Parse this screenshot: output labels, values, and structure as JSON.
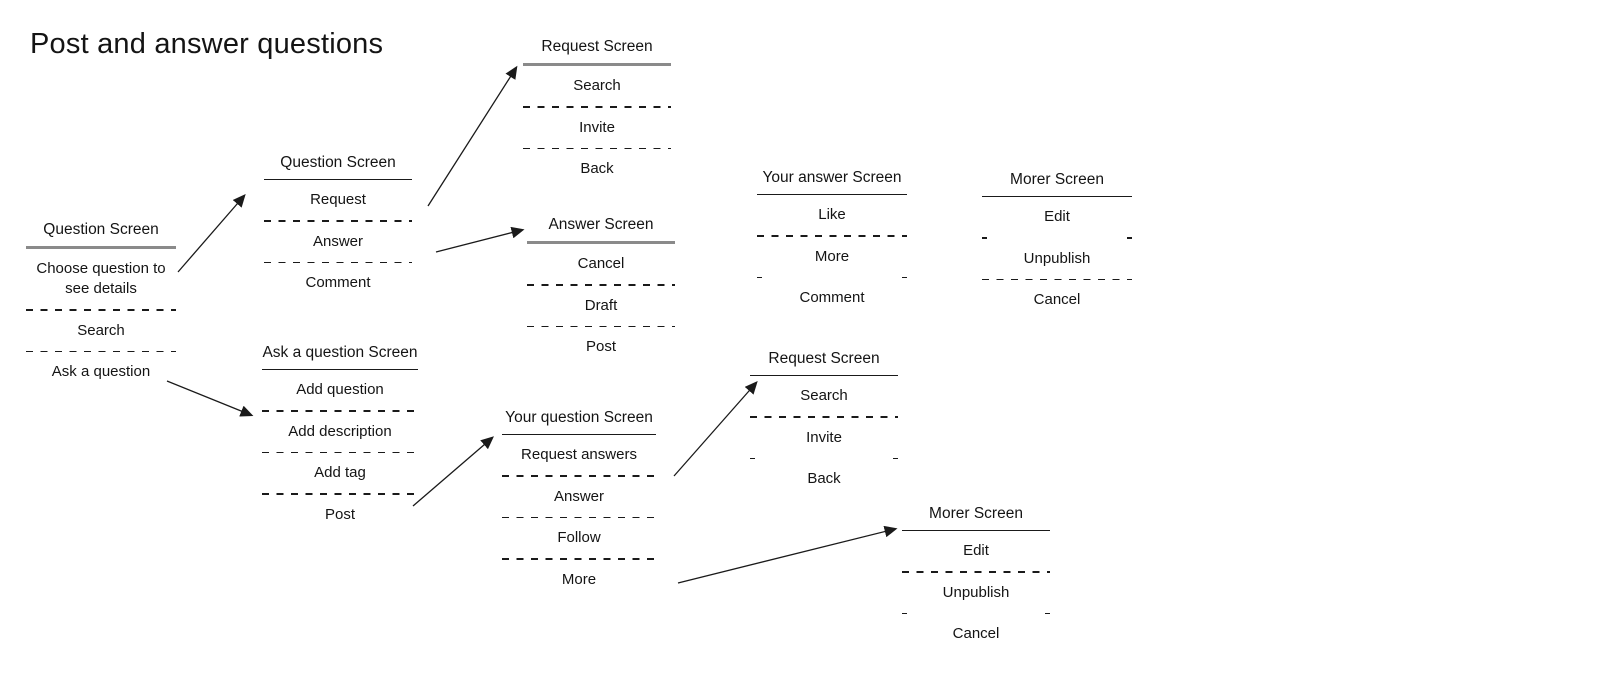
{
  "page_title": "Post and answer questions",
  "colors": {
    "text": "#141414",
    "underline_gray": "#8a8a8a",
    "underline_dark": "#1a1a1a",
    "arrow": "#1a1a1a",
    "background": "#ffffff"
  },
  "screens": [
    {
      "id": "question-screen-left",
      "title": "Question Screen",
      "items": [
        "Choose question to see details",
        "Search",
        "Ask a question"
      ]
    },
    {
      "id": "question-screen-detail",
      "title": "Question Screen",
      "items": [
        "Request",
        "Answer",
        "Comment"
      ]
    },
    {
      "id": "request-screen-top",
      "title": "Request Screen",
      "items": [
        "Search",
        "Invite",
        "Back"
      ]
    },
    {
      "id": "answer-screen",
      "title": "Answer Screen",
      "items": [
        "Cancel",
        "Draft",
        "Post"
      ]
    },
    {
      "id": "ask-a-question-screen",
      "title": "Ask a question Screen",
      "items": [
        "Add question",
        "Add description",
        "Add tag",
        "Post"
      ]
    },
    {
      "id": "your-question-screen",
      "title": "Your question Screen",
      "items": [
        "Request answers",
        "Answer",
        "Follow",
        "More"
      ]
    },
    {
      "id": "request-screen-right",
      "title": "Request Screen",
      "items": [
        "Search",
        "Invite",
        "Back"
      ]
    },
    {
      "id": "your-answer-screen",
      "title": "Your answer Screen",
      "items": [
        "Like",
        "More",
        "Comment"
      ]
    },
    {
      "id": "morer-screen-upper",
      "title": "Morer Screen",
      "items": [
        "Edit",
        "Unpublish",
        "Cancel"
      ]
    },
    {
      "id": "morer-screen-lower",
      "title": "Morer Screen",
      "items": [
        "Edit",
        "Unpublish",
        "Cancel"
      ]
    }
  ],
  "arrows": [
    {
      "from": "question-screen-left / Choose question to see details",
      "to": "question-screen-detail"
    },
    {
      "from": "question-screen-detail / Request",
      "to": "request-screen-top"
    },
    {
      "from": "question-screen-detail / Answer",
      "to": "answer-screen"
    },
    {
      "from": "question-screen-left / Ask a question",
      "to": "ask-a-question-screen"
    },
    {
      "from": "ask-a-question-screen / Post",
      "to": "your-question-screen"
    },
    {
      "from": "your-question-screen / Request answers",
      "to": "request-screen-right"
    },
    {
      "from": "your-question-screen / More",
      "to": "morer-screen-lower"
    }
  ]
}
